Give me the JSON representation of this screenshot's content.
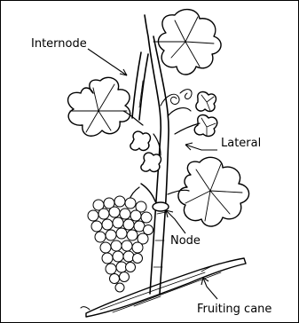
{
  "labels": {
    "internode": "Internode",
    "lateral": "Lateral",
    "node": "Node",
    "fruiting_cane": "Fruiting cane"
  },
  "icons": [
    "grapevine-illustration",
    "grape-cluster-icon",
    "leaf-icon",
    "tendril-icon",
    "arrow-icon"
  ],
  "colors": {
    "ink": "#000000",
    "background": "#ffffff"
  }
}
